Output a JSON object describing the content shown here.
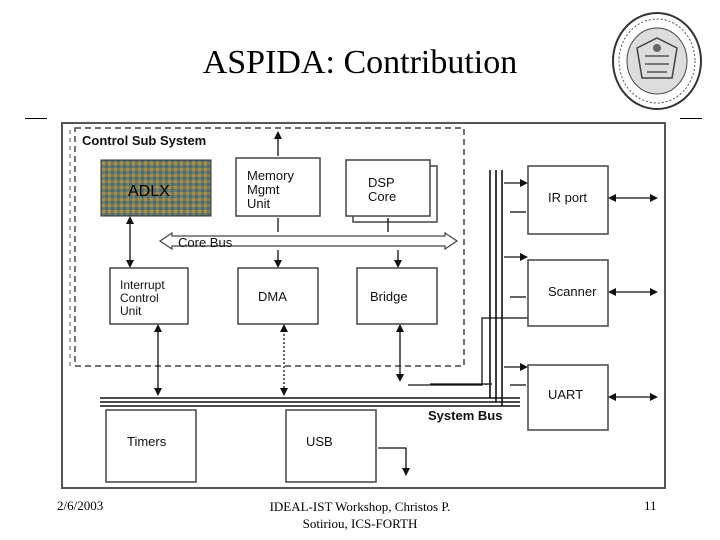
{
  "slide": {
    "title": "ASPIDA: Contribution",
    "footer_date": "2/6/2003",
    "footer_center_line1": "IDEAL-IST Workshop, Christos P.",
    "footer_center_line2": "Sotiriou, ICS-FORTH",
    "page_number": "11"
  },
  "diagram": {
    "control_subsystem_label": "Control Sub System",
    "adlx_label": "ADLX",
    "mmu_line1": "Memory",
    "mmu_line2": "Mgmt",
    "mmu_line3": "Unit",
    "dsp_line1": "DSP",
    "dsp_line2": "Core",
    "core_bus_label": "Core Bus",
    "icu_line1": "Interrupt",
    "icu_line2": "Control",
    "icu_line3": "Unit",
    "dma_label": "DMA",
    "bridge_label": "Bridge",
    "ir_port_label": "IR port",
    "scanner_label": "Scanner",
    "uart_label": "UART",
    "system_bus_label": "System Bus",
    "timers_label": "Timers",
    "usb_label": "USB"
  }
}
